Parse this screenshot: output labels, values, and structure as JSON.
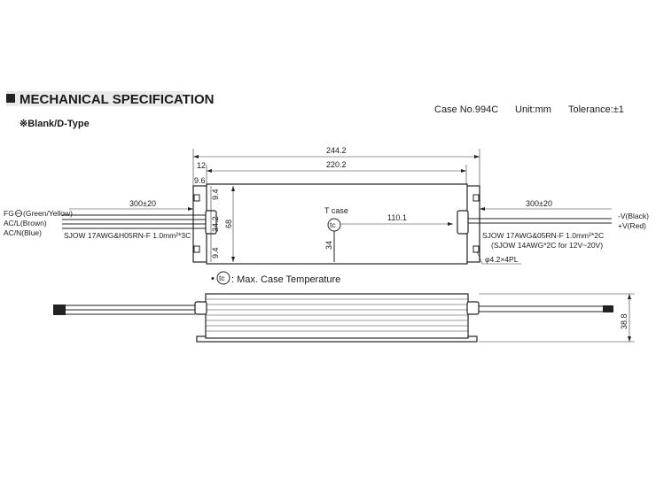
{
  "header": {
    "title": "MECHANICAL SPECIFICATION",
    "subtitle": "※Blank/D-Type",
    "case_no": "Case No.994C",
    "unit": "Unit:mm",
    "tolerance": "Tolerance:±1"
  },
  "top_view": {
    "dim_overall": "244.2",
    "dim_body": "220.2",
    "dim_12": "12",
    "dim_9_6": "9.6",
    "dim_wire_left": "300±20",
    "dim_wire_right": "300±20",
    "dim_9_4_top": "9.4",
    "dim_34_2": "34.2",
    "dim_68": "68",
    "dim_9_4_bottom": "9.4",
    "dim_34": "34",
    "dim_110_1": "110.1",
    "tcase_label": "T case",
    "tc_symbol": "tc",
    "fg_label": "FG",
    "fg_color": "(Green/Yellow)",
    "acl_label": "AC/L(Brown)",
    "acn_label": "AC/N(Blue)",
    "cable_left": "SJOW 17AWG&H05RN-F 1.0mm²*3C",
    "vminus_label": "-V(Black)",
    "vplus_label": "+V(Red)",
    "cable_right_1": "SJOW 17AWG&05RN-F 1.0mm²*2C",
    "cable_right_2": "(SJOW 14AWG*2C for 12V~20V)",
    "holes": "φ4.2×4PL"
  },
  "legend": {
    "bullet": "•",
    "symbol": "tc",
    "text": ": Max. Case Temperature"
  },
  "side_view": {
    "dim_height": "38.8"
  }
}
